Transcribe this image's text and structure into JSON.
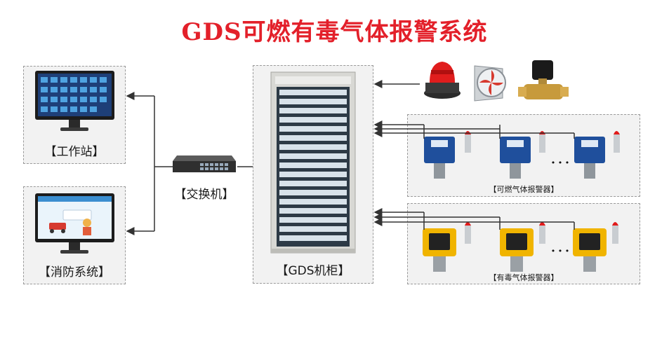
{
  "title": "GDS可燃有毒气体报警系统",
  "nodes": {
    "workstation": "【工作站】",
    "fire_system": "【消防系统】",
    "switch": "【交换机】",
    "cabinet": "【GDS机柜】",
    "combustible_alarms": "【可燃气体报警器】",
    "toxic_alarms": "【有毒气体报警器】"
  },
  "ellipsis": "• • •",
  "colors": {
    "title": "#e3202a",
    "lines": "#333333",
    "detector_blue": "#1f4f9c",
    "detector_yellow": "#f0b400"
  }
}
